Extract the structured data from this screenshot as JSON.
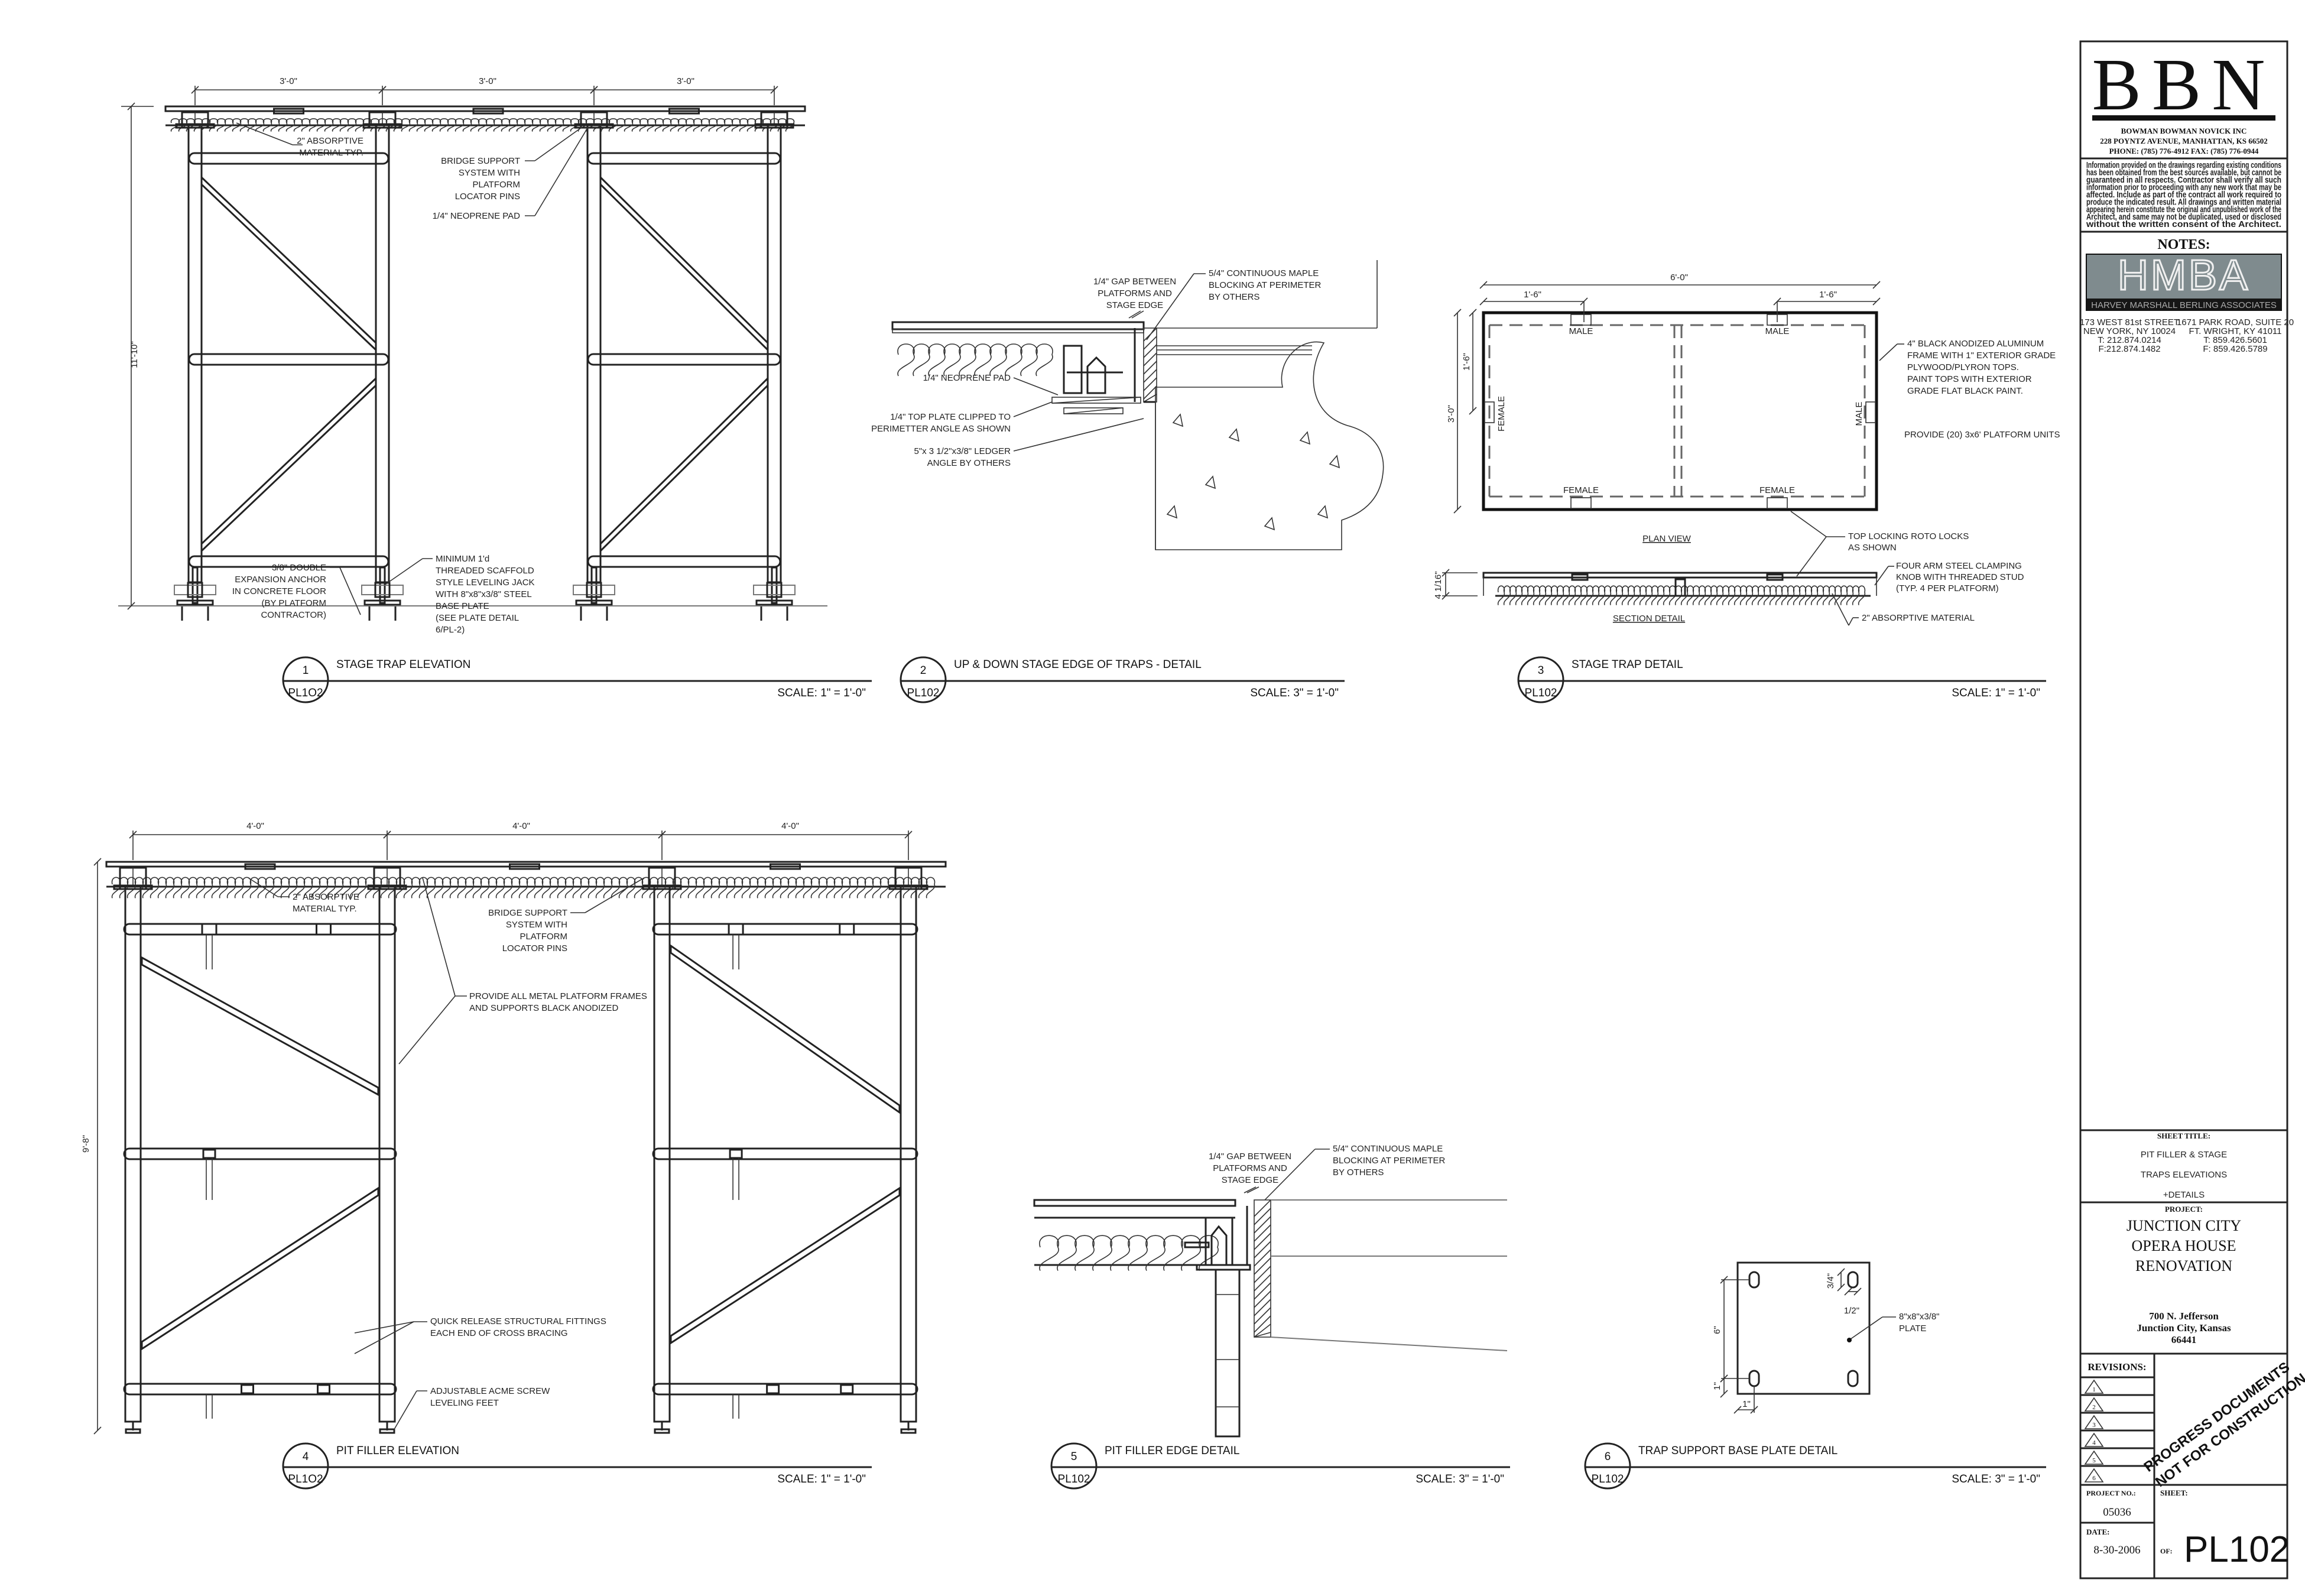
{
  "firm": {
    "logo": "BBN",
    "name": "BOWMAN BOWMAN NOVICK INC",
    "address": "228 POYNTZ AVENUE, MANHATTAN, KS 66502",
    "phone": "PHONE:  (785) 776-4912   FAX:  (785) 776-0944",
    "disclaimer": [
      "Information provided on the drawings regarding existing conditions",
      "has been obtained from the best sources available, but cannot be",
      "guaranteed in all respects. Contractor shall verify all such",
      "information prior to proceeding with any new work that may be",
      "affected. Include as part of the contract all work required to",
      "produce the indicated result.  All drawings and written material",
      "appearing herein constitute the original and unpublished work of the",
      "Architect, and same may not be duplicated, used or disclosed",
      "without the written consent of the Architect."
    ]
  },
  "notes_label": "NOTES:",
  "consultant": {
    "logo": "HMBA",
    "name": "HARVEY MARSHALL BERLING ASSOCIATES",
    "office1": [
      "173 WEST 81st STREET",
      "NEW YORK, NY 10024",
      "T: 212.874.0214",
      "F:212.874.1482"
    ],
    "office2": [
      "1671 PARK ROAD, SUITE 20",
      "FT. WRIGHT, KY 41011",
      "T: 859.426.5601",
      "F: 859.426.5789"
    ]
  },
  "sheet_title_label": "SHEET TITLE:",
  "sheet_title": [
    "PIT FILLER & STAGE",
    "TRAPS ELEVATIONS",
    "+DETAILS"
  ],
  "project_label": "PROJECT:",
  "project": [
    "JUNCTION CITY",
    "OPERA HOUSE",
    "RENOVATION"
  ],
  "project_address": [
    "700 N. Jefferson",
    "Junction City, Kansas",
    "66441"
  ],
  "revisions_label": "REVISIONS:",
  "revisions": [
    "1",
    "2",
    "3",
    "4",
    "5",
    "6"
  ],
  "stamp": [
    "PROGRESS DOCUMENTS",
    "NOT FOR CONSTRUCTION"
  ],
  "project_no_label": "PROJECT NO.:",
  "project_no": "05036",
  "date_label": "DATE:",
  "date": "8-30-2006",
  "sheet_label": "SHEET:",
  "of_label": "OF:",
  "sheet_no": "PL102",
  "drawings": [
    {
      "num": "1",
      "sheet": "PL1O2",
      "title": "STAGE TRAP ELEVATION",
      "scale": "SCALE: 1\" = 1'-0\""
    },
    {
      "num": "2",
      "sheet": "PL102",
      "title": "UP & DOWN STAGE EDGE OF TRAPS - DETAIL",
      "scale": "SCALE: 3\" = 1'-0\""
    },
    {
      "num": "3",
      "sheet": "PL102",
      "title": "STAGE TRAP DETAIL",
      "scale": "SCALE: 1\" = 1'-0\""
    },
    {
      "num": "4",
      "sheet": "PL1O2",
      "title": "PIT FILLER ELEVATION",
      "scale": "SCALE: 1\" = 1'-0\""
    },
    {
      "num": "5",
      "sheet": "PL102",
      "title": "PIT FILLER EDGE DETAIL",
      "scale": "SCALE: 3\" = 1'-0\""
    },
    {
      "num": "6",
      "sheet": "PL102",
      "title": "TRAP SUPPORT BASE PLATE DETAIL",
      "scale": "SCALE: 3\" = 1'-0\""
    }
  ],
  "annotations": {
    "d1": {
      "dims": [
        "3'-0\"",
        "3'-0\"",
        "3'-0\""
      ],
      "height": "11'-10\"",
      "absorptive": [
        "2\" ABSORPTIVE",
        "MATERIAL TYP."
      ],
      "bridge": [
        "BRIDGE SUPPORT",
        "SYSTEM WITH",
        "PLATFORM",
        "LOCATOR PINS"
      ],
      "neoprene": [
        "1/4\" NEOPRENE PAD"
      ],
      "anchor": [
        "3/8\" DOUBLE",
        "EXPANSION ANCHOR",
        "IN CONCRETE FLOOR",
        "(BY PLATFORM",
        "CONTRACTOR)"
      ],
      "jack": [
        "MINIMUM 1'd",
        "THREADED SCAFFOLD",
        "STYLE LEVELING JACK",
        "WITH 8\"x8\"x3/8\" STEEL",
        "BASE PLATE",
        "(SEE PLATE DETAIL",
        "6/PL-2)"
      ]
    },
    "d2": {
      "gap": [
        "1/4\" GAP BETWEEN",
        "PLATFORMS AND",
        "STAGE EDGE"
      ],
      "maple": [
        "5/4\" CONTINUOUS MAPLE",
        "BLOCKING AT PERIMETER",
        "BY OTHERS"
      ],
      "neoprene": [
        "1/4\" NEOPRENE PAD"
      ],
      "topplate": [
        "1/4\" TOP PLATE CLIPPED TO",
        "PERIMETTER ANGLE AS SHOWN"
      ],
      "ledger": [
        "5\"x 3 1/2\"x3/8\" LEDGER",
        "ANGLE BY OTHERS"
      ]
    },
    "d3": {
      "overall": "6'-0\"",
      "left_offset": "1'-6\"",
      "right_offset": "1'-6\"",
      "depth": "3'-0\"",
      "half_depth": "1'-6\"",
      "male": [
        "MALE",
        "MALE",
        "MALE"
      ],
      "female": [
        "FEMALE",
        "FEMALE",
        "FEMALE"
      ],
      "frame": [
        "4\" BLACK ANODIZED ALUMINUM",
        "FRAME WITH 1\" EXTERIOR GRADE",
        "PLYWOOD/PLYRON TOPS.",
        "PAINT TOPS WITH EXTERIOR",
        "GRADE FLAT BLACK PAINT."
      ],
      "provide": [
        "PROVIDE (20) 3x6' PLATFORM UNITS"
      ],
      "plan_view": "PLAN VIEW",
      "roto": [
        "TOP LOCKING ROTO LOCKS",
        "AS SHOWN"
      ],
      "clamp": [
        "FOUR ARM STEEL CLAMPING",
        "KNOB WITH THREADED STUD",
        "(TYP. 4 PER PLATFORM)"
      ],
      "section_detail": "SECTION DETAIL",
      "absorptive": [
        "2\" ABSORPTIVE MATERIAL"
      ],
      "thickness": "4 1/16\""
    },
    "d4": {
      "dims": [
        "4'-0\"",
        "4'-0\"",
        "4'-0\""
      ],
      "height": "9'-8\"",
      "absorptive": [
        "2\" ABSORPTIVE",
        "MATERIAL TYP."
      ],
      "bridge": [
        "BRIDGE SUPPORT",
        "SYSTEM WITH",
        "PLATFORM",
        "LOCATOR PINS"
      ],
      "provide": [
        "PROVIDE ALL METAL PLATFORM FRAMES",
        "AND SUPPORTS BLACK ANODIZED"
      ],
      "quick": [
        "QUICK RELEASE STRUCTURAL FITTINGS",
        "EACH END OF CROSS BRACING"
      ],
      "acme": [
        "ADJUSTABLE ACME SCREW",
        "LEVELING FEET"
      ]
    },
    "d5": {
      "gap": [
        "1/4\" GAP BETWEEN",
        "PLATFORMS AND",
        "STAGE EDGE"
      ],
      "maple": [
        "5/4\" CONTINUOUS MAPLE",
        "BLOCKING AT PERIMETER",
        "BY OTHERS"
      ]
    },
    "d6": {
      "slot_len": "3/4\"",
      "slot_w": "1/2\"",
      "plate": [
        "8\"x8\"x3/8\"",
        "PLATE"
      ],
      "spacing": "6\"",
      "edge_v": "1\"",
      "edge_h": "1\""
    }
  }
}
